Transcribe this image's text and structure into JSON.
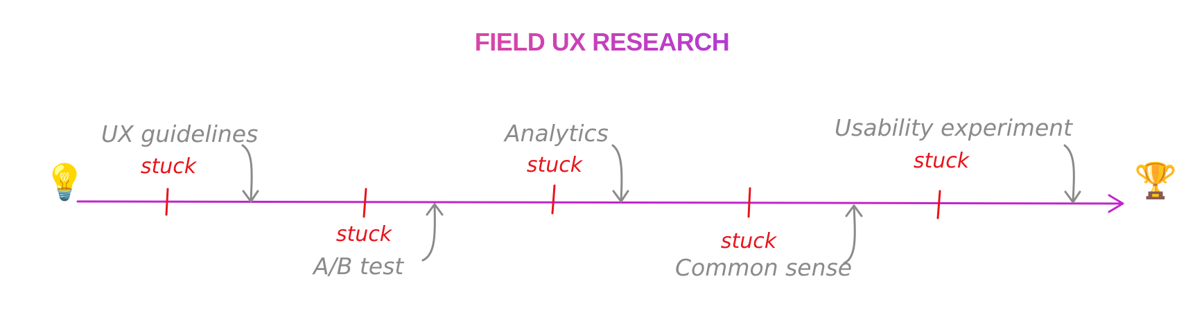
{
  "title": "FIELD UX RESEARCH",
  "start_icon": "💡",
  "end_icon": "🏆",
  "stuck_label": "stuck",
  "methods": [
    {
      "label": "UX guidelines"
    },
    {
      "label": "A/B test"
    },
    {
      "label": "Analytics"
    },
    {
      "label": "Common sense"
    },
    {
      "label": "Usability experiment"
    }
  ],
  "colors": {
    "line": "#c026c9",
    "stuck": "#e8141b",
    "annotation": "#8a8a8a"
  }
}
